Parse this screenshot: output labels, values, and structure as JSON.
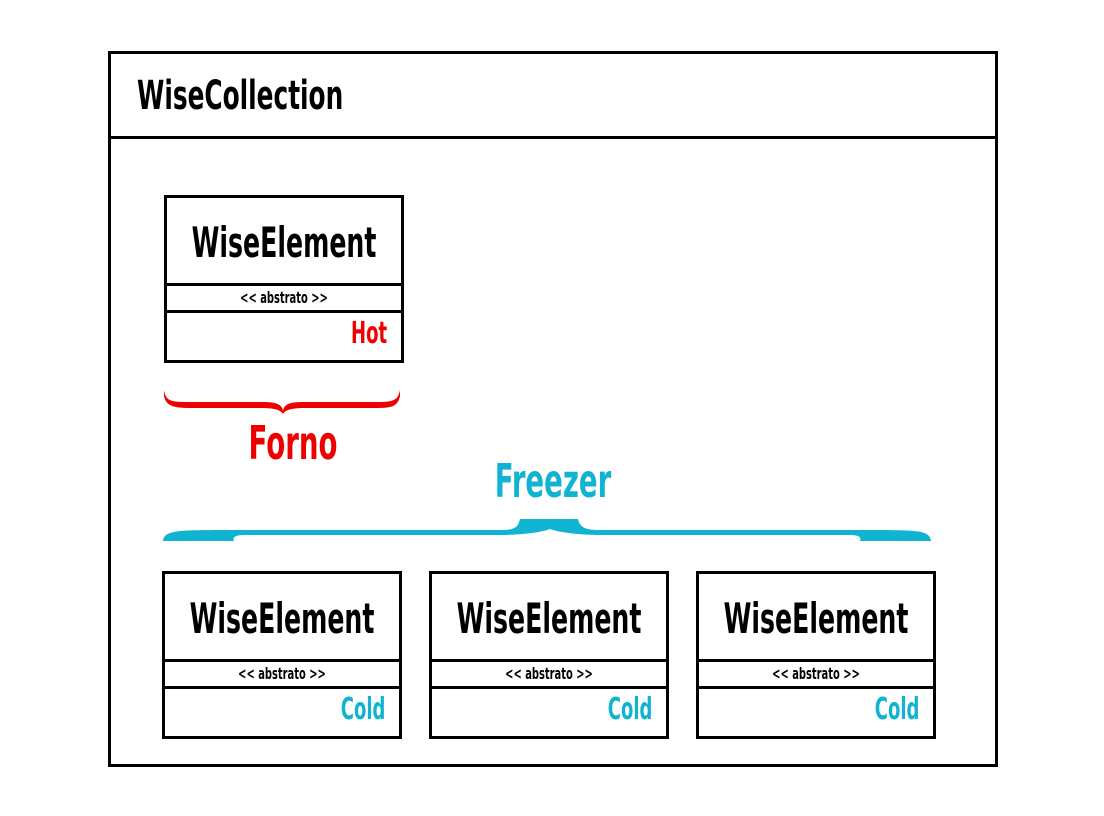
{
  "collection": {
    "title": "WiseCollection"
  },
  "colors": {
    "hot": "#ee0000",
    "cold": "#10b4d0",
    "stroke": "#000000"
  },
  "groups": {
    "forno": {
      "label": "Forno"
    },
    "freezer": {
      "label": "Freezer"
    }
  },
  "elements": [
    {
      "name": "WiseElement",
      "stereotype": "<< abstrato >>",
      "temperature": "Hot"
    },
    {
      "name": "WiseElement",
      "stereotype": "<< abstrato >>",
      "temperature": "Cold"
    },
    {
      "name": "WiseElement",
      "stereotype": "<< abstrato >>",
      "temperature": "Cold"
    },
    {
      "name": "WiseElement",
      "stereotype": "<< abstrato >>",
      "temperature": "Cold"
    }
  ]
}
